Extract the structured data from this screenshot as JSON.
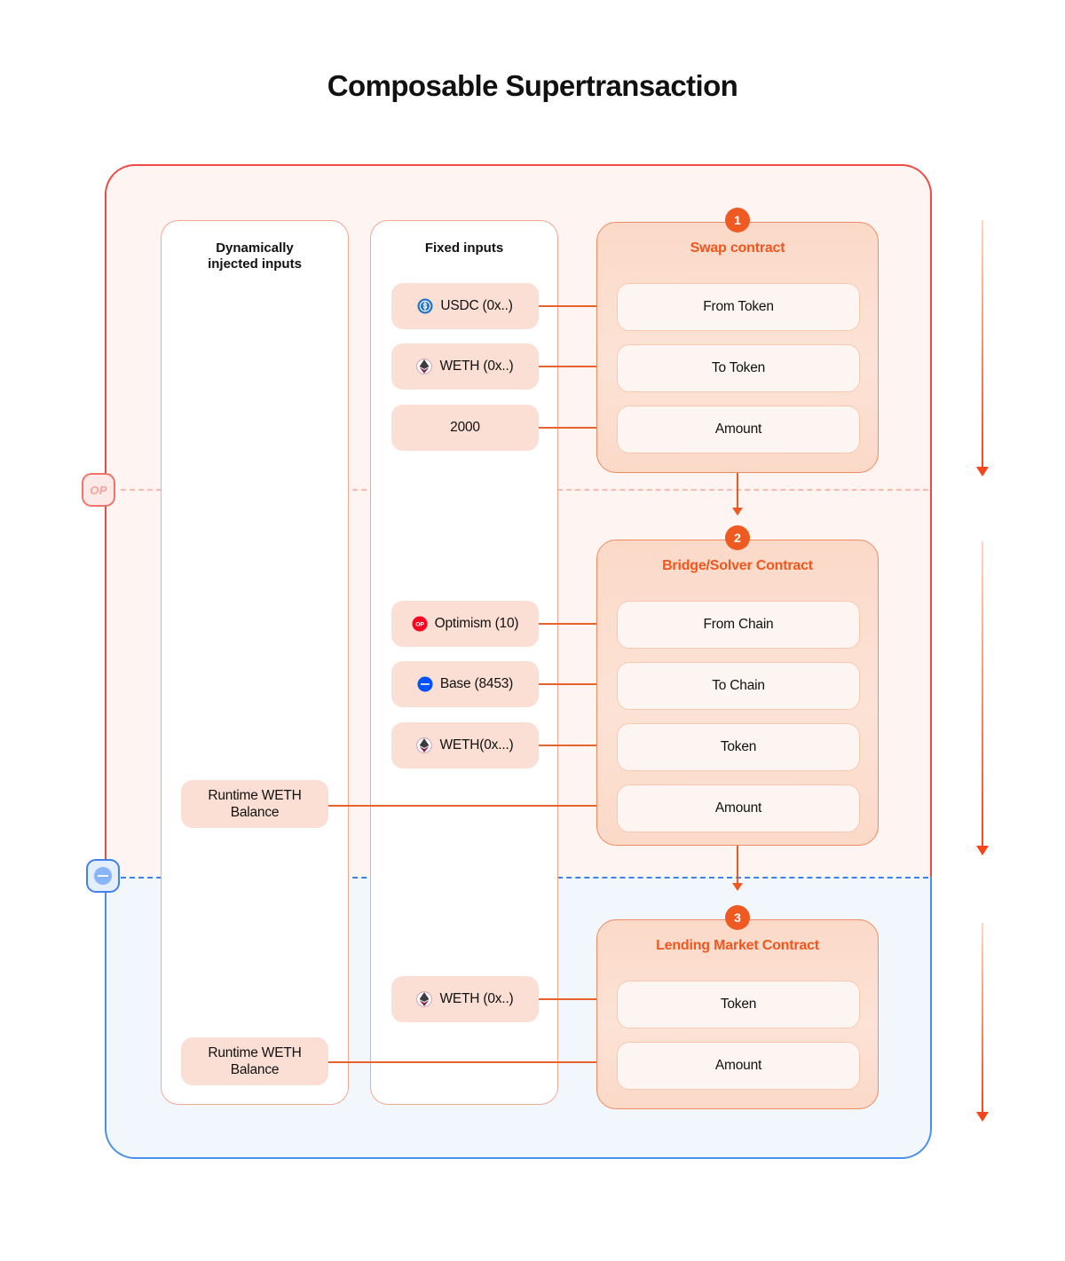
{
  "title": "Composable Supertransaction",
  "colors": {
    "accent_orange": "#f4551c",
    "op_red": "#ef4a43",
    "base_blue": "#4a90f0",
    "chip_bg": "#fbdfd4",
    "contract_bg": "#fce3d6"
  },
  "columns": {
    "dynamic": {
      "header_line1": "Dynamically",
      "header_line2": "injected inputs"
    },
    "fixed": {
      "header": "Fixed inputs"
    }
  },
  "chain_markers": [
    {
      "id": "op",
      "label": "OP",
      "icon": "optimism-icon"
    },
    {
      "id": "base",
      "label": "",
      "icon": "base-icon"
    }
  ],
  "fixed_inputs": [
    {
      "id": "usdc",
      "label": "USDC (0x..)",
      "icon": "usdc-icon"
    },
    {
      "id": "weth-1",
      "label": "WETH (0x..)",
      "icon": "weth-icon"
    },
    {
      "id": "amount-2000",
      "label": "2000",
      "icon": "none"
    },
    {
      "id": "optimism-chain",
      "label": "Optimism (10)",
      "icon": "optimism-icon"
    },
    {
      "id": "base-chain",
      "label": "Base (8453)",
      "icon": "base-icon"
    },
    {
      "id": "weth-2",
      "label": "WETH(0x...)",
      "icon": "weth-icon"
    },
    {
      "id": "weth-3",
      "label": "WETH (0x..)",
      "icon": "weth-icon"
    }
  ],
  "dynamic_inputs": [
    {
      "id": "runtime-weth-1",
      "line1": "Runtime WETH",
      "line2": "Balance"
    },
    {
      "id": "runtime-weth-2",
      "line1": "Runtime WETH",
      "line2": "Balance"
    }
  ],
  "contracts": [
    {
      "step": "1",
      "title": "Swap contract",
      "fields": [
        {
          "id": "from-token",
          "label": "From Token"
        },
        {
          "id": "to-token",
          "label": "To Token"
        },
        {
          "id": "amount",
          "label": "Amount"
        }
      ]
    },
    {
      "step": "2",
      "title": "Bridge/Solver Contract",
      "fields": [
        {
          "id": "from-chain",
          "label": "From Chain"
        },
        {
          "id": "to-chain",
          "label": "To Chain"
        },
        {
          "id": "token",
          "label": "Token"
        },
        {
          "id": "amount",
          "label": "Amount"
        }
      ]
    },
    {
      "step": "3",
      "title": "Lending Market Contract",
      "fields": [
        {
          "id": "token",
          "label": "Token"
        },
        {
          "id": "amount",
          "label": "Amount"
        }
      ]
    }
  ]
}
